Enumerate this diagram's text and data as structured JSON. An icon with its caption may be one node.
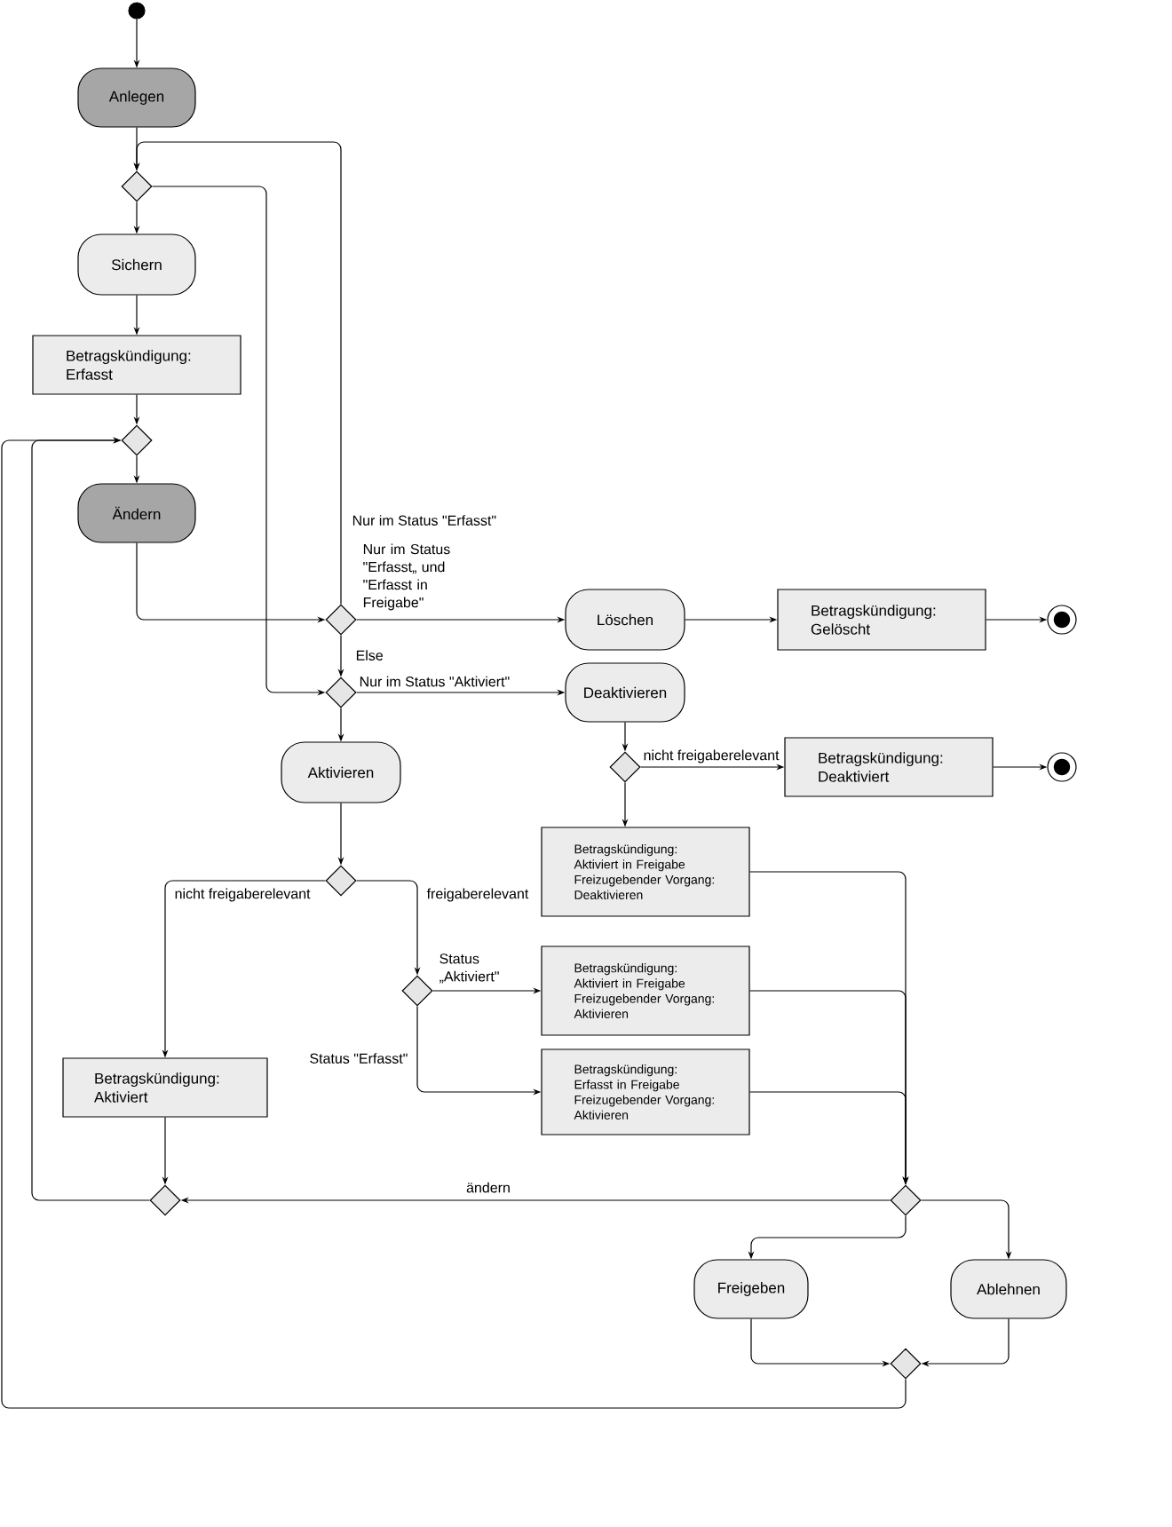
{
  "diagram": {
    "nodes": [
      {
        "text": [],
        "shape": "circle"
      },
      {
        "text": [
          "Anlegen"
        ]
      },
      {
        "text": [],
        "shape": "diamond"
      },
      {
        "text": [
          "Sichern"
        ]
      },
      {
        "text": [
          "Betragskündigung: Erfasst"
        ]
      },
      {
        "text": [],
        "shape": "diamond"
      },
      {
        "text": [
          "Ändern"
        ]
      },
      {
        "text": [],
        "shape": "diamond"
      },
      {
        "text": [],
        "shape": "diamond"
      },
      {
        "text": [
          "Löschen"
        ]
      },
      {
        "text": [
          "Betragskündigung: Gelöscht"
        ]
      },
      {
        "text": [],
        "shape": "circle"
      },
      {
        "text": [
          "Deaktivieren"
        ]
      },
      {
        "text": [
          "Aktivieren"
        ]
      },
      {
        "text": [],
        "shape": "diamond"
      },
      {
        "text": [
          "Betragskündigung: Deaktiviert"
        ]
      },
      {
        "text": [],
        "shape": "circle"
      },
      {
        "text": [],
        "shape": "diamond"
      },
      {
        "text": [
          "Betragskündigung: Aktiviert in Freigabe Freizugebender Vorgang: Deaktivieren"
        ]
      },
      {
        "text": [],
        "shape": "diamond"
      },
      {
        "text": [
          "Betragskündigung: Aktiviert in Freigabe Freizugebender Vorgang: Aktivieren"
        ]
      },
      {
        "text": [
          "Betragskündigung: Erfasst in Freigabe Freizugebender Vorgang: Aktivieren"
        ]
      },
      {
        "text": [
          "Betragskündigung: Aktiviert"
        ]
      },
      {
        "text": [],
        "shape": "diamond"
      },
      {
        "text": [],
        "shape": "diamond"
      },
      {
        "text": [
          "Freigeben"
        ]
      },
      {
        "text": [
          "Ablehnen"
        ]
      },
      {
        "text": [],
        "shape": "diamond"
      }
    ],
    "edges": [
      {
        "from": 0,
        "to": 1,
        "arrow": "to"
      },
      {
        "from": 1,
        "to": 2,
        "arrow": "to"
      },
      {
        "from": 2,
        "to": 3,
        "arrow": "to"
      },
      {
        "from": 3,
        "to": 4,
        "arrow": "to"
      },
      {
        "from": 4,
        "to": 5,
        "arrow": "to"
      },
      {
        "from": 5,
        "to": 6,
        "arrow": "to"
      },
      {
        "from": 6,
        "to": 7,
        "arrow": "to"
      },
      {
        "from": 7,
        "to": 2,
        "arrow": "to",
        "label": "Nur im Status \"Erfasst\""
      },
      {
        "from": 2,
        "to": 8,
        "arrow": "to"
      },
      {
        "from": 7,
        "to": 9,
        "arrow": "to",
        "label": "Nur im Status \"Erfasst„ und \"Erfasst in Freigabe\""
      },
      {
        "from": 7,
        "to": 8,
        "arrow": "to",
        "label": "Else"
      },
      {
        "from": 9,
        "to": 10,
        "arrow": "to"
      },
      {
        "from": 10,
        "to": 11,
        "arrow": "to"
      },
      {
        "from": 8,
        "to": 12,
        "arrow": "to",
        "label": "Nur im Status \"Aktiviert\""
      },
      {
        "from": 8,
        "to": 13,
        "arrow": "to"
      },
      {
        "from": 12,
        "to": 14,
        "arrow": "to"
      },
      {
        "from": 14,
        "to": 15,
        "arrow": "to",
        "label": "nicht freigaberelevant"
      },
      {
        "from": 15,
        "to": 16,
        "arrow": "to"
      },
      {
        "from": 14,
        "to": 18,
        "arrow": "to"
      },
      {
        "from": 13,
        "to": 17,
        "arrow": "to"
      },
      {
        "from": 17,
        "to": 22,
        "arrow": "to",
        "label": "nicht freigaberelevant"
      },
      {
        "from": 17,
        "to": 19,
        "arrow": "to",
        "label": "freigaberelevant"
      },
      {
        "from": 19,
        "to": 20,
        "arrow": "to",
        "label": "Status „Aktiviert\""
      },
      {
        "from": 19,
        "to": 21,
        "arrow": "to",
        "label": "Status \"Erfasst\""
      },
      {
        "from": 22,
        "to": 23,
        "arrow": "to"
      },
      {
        "from": 18,
        "to": 24,
        "arrow": "to"
      },
      {
        "from": 20,
        "to": 24,
        "arrow": "to"
      },
      {
        "from": 21,
        "to": 24,
        "arrow": "to"
      },
      {
        "from": 24,
        "to": 23,
        "arrow": "to",
        "label": "ändern"
      },
      {
        "from": 23,
        "to": 5,
        "arrow": "to"
      },
      {
        "from": 24,
        "to": 25,
        "arrow": "to"
      },
      {
        "from": 24,
        "to": 26,
        "arrow": "to"
      },
      {
        "from": 25,
        "to": 27,
        "arrow": "to"
      },
      {
        "from": 26,
        "to": 27,
        "arrow": "to"
      },
      {
        "from": 27,
        "to": 5,
        "arrow": "to"
      }
    ]
  }
}
